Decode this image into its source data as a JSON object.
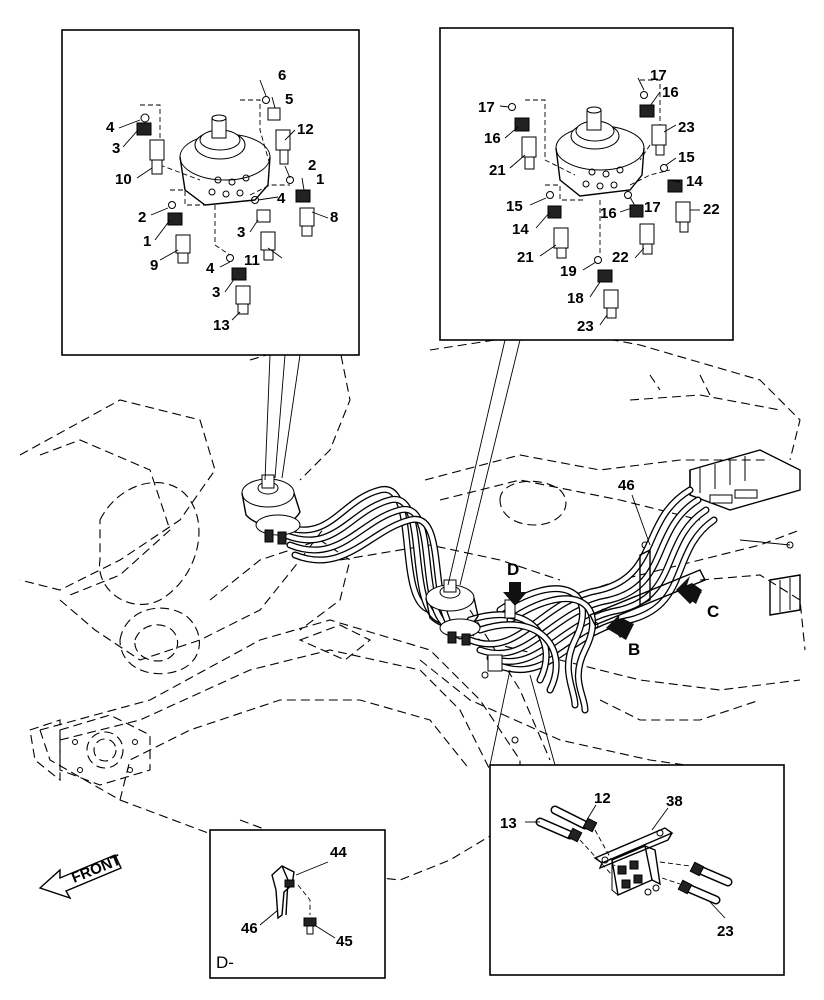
{
  "inset_top_left": {
    "callouts": [
      "6",
      "5",
      "4",
      "3",
      "12",
      "10",
      "2",
      "1",
      "2",
      "4",
      "1",
      "8",
      "3",
      "11",
      "9",
      "4",
      "3",
      "13"
    ]
  },
  "inset_top_right": {
    "callouts": [
      "17",
      "16",
      "17",
      "16",
      "23",
      "21",
      "15",
      "14",
      "15",
      "17",
      "22",
      "14",
      "16",
      "21",
      "22",
      "19",
      "18",
      "23"
    ]
  },
  "inset_bottom_right": {
    "callouts": [
      "12",
      "38",
      "13",
      "23"
    ]
  },
  "inset_detail_d": {
    "callouts": [
      "44",
      "46",
      "45"
    ],
    "view_label": "D-"
  },
  "main_view": {
    "callouts": [
      "46"
    ],
    "view_arrows": [
      "D",
      "C",
      "B"
    ],
    "direction_label": "FRONT"
  }
}
